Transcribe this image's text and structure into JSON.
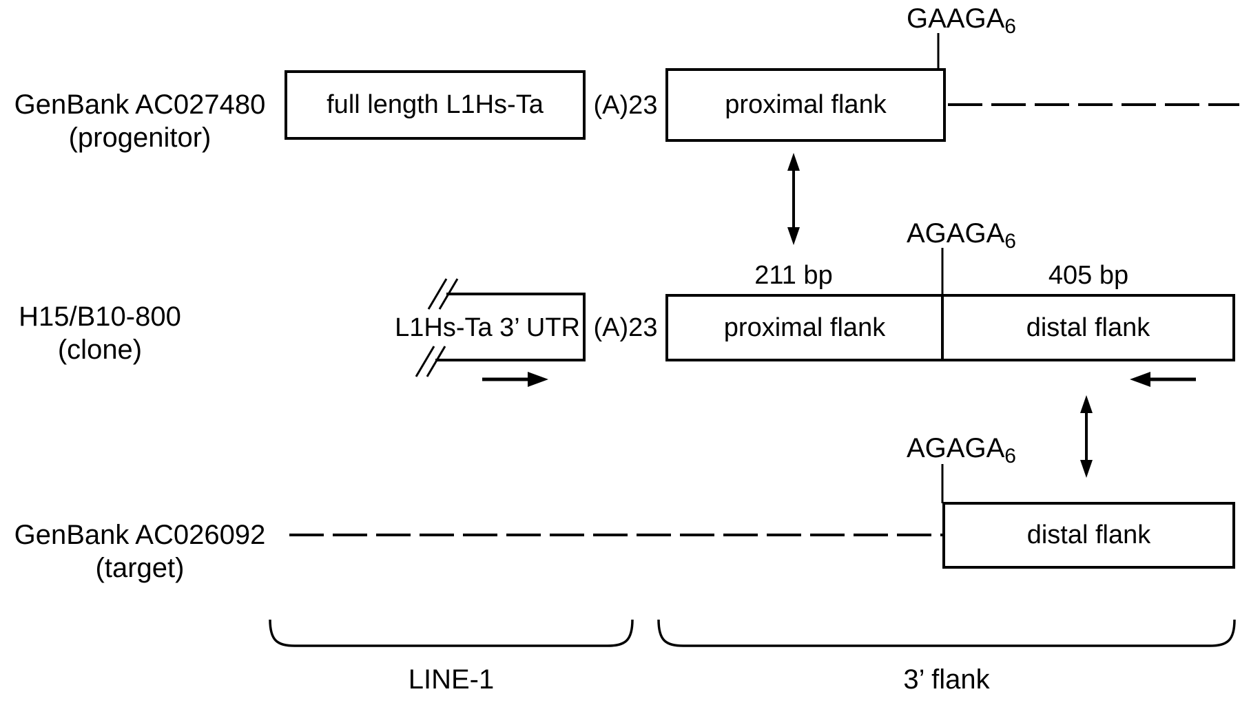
{
  "figure": {
    "colors": {
      "ink": "#000000",
      "background": "#ffffff"
    },
    "rows": {
      "progenitor": {
        "label_line1": "GenBank AC027480",
        "label_line2": "(progenitor)",
        "l1_box": "full length L1Hs-Ta",
        "polyA": "(A)23",
        "proximal_box": "proximal flank",
        "site": {
          "text": "GAAGA",
          "sub": "6"
        }
      },
      "clone": {
        "label_line1": "H15/B10-800",
        "label_line2": "(clone)",
        "utr_label": "L1Hs-Ta 3’ UTR",
        "polyA": "(A)23",
        "proximal_box": "proximal flank",
        "distal_box": "distal flank",
        "proximal_size": "211 bp",
        "distal_size": "405 bp",
        "site": {
          "text": "AGAGA",
          "sub": "6"
        }
      },
      "target": {
        "label_line1": "GenBank AC026092",
        "label_line2": "(target)",
        "distal_box": "distal flank",
        "site": {
          "text": "AGAGA",
          "sub": "6"
        }
      }
    },
    "braces": {
      "line1_label": "LINE-1",
      "flank3_label": "3’ flank"
    }
  }
}
